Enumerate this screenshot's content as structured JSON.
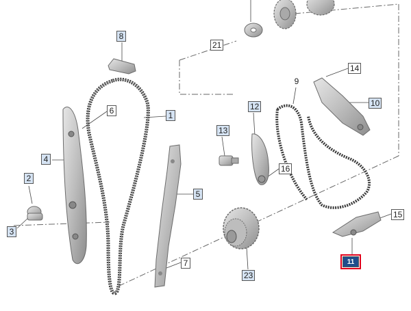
{
  "diagram": {
    "callouts": [
      {
        "id": "1",
        "label": "1",
        "style": "blue"
      },
      {
        "id": "2",
        "label": "2",
        "style": "blue"
      },
      {
        "id": "3",
        "label": "3",
        "style": "blue"
      },
      {
        "id": "4",
        "label": "4",
        "style": "blue"
      },
      {
        "id": "5",
        "label": "5",
        "style": "blue"
      },
      {
        "id": "6",
        "label": "6",
        "style": "white"
      },
      {
        "id": "7",
        "label": "7",
        "style": "white"
      },
      {
        "id": "8",
        "label": "8",
        "style": "blue"
      },
      {
        "id": "9",
        "label": "9",
        "style": "plain"
      },
      {
        "id": "10",
        "label": "10",
        "style": "blue"
      },
      {
        "id": "11",
        "label": "11",
        "style": "selected"
      },
      {
        "id": "12",
        "label": "12",
        "style": "blue"
      },
      {
        "id": "13",
        "label": "13",
        "style": "blue"
      },
      {
        "id": "14",
        "label": "14",
        "style": "white"
      },
      {
        "id": "15",
        "label": "15",
        "style": "white"
      },
      {
        "id": "16",
        "label": "16",
        "style": "white"
      },
      {
        "id": "21",
        "label": "21",
        "style": "white"
      },
      {
        "id": "23",
        "label": "23",
        "style": "blue"
      }
    ],
    "colors": {
      "part_fill": "#c9c9c9",
      "part_stroke": "#6b6b6b",
      "chain": "#3a3a3a",
      "callout_blue": "#d5e3f3",
      "selected_fill": "#1f4e8c",
      "selected_border": "#e1001a"
    }
  }
}
